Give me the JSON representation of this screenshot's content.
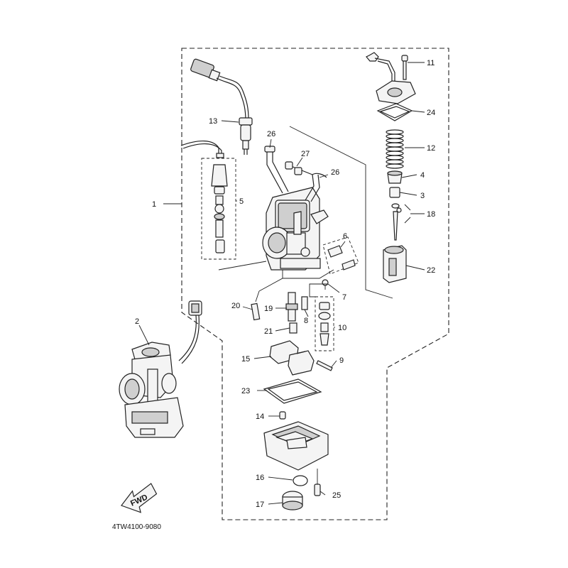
{
  "diagram": {
    "drawing_code": "4TW4100-9080",
    "fwd_arrow_text": "FWD",
    "callouts": {
      "c1": "1",
      "c2": "2",
      "c3": "3",
      "c4": "4",
      "c5": "5",
      "c6": "6",
      "c7": "7",
      "c8": "8",
      "c9": "9",
      "c10": "10",
      "c11": "11",
      "c12": "12",
      "c13": "13",
      "c14": "14",
      "c15": "15",
      "c16": "16",
      "c17": "17",
      "c18": "18",
      "c19": "19",
      "c20": "20",
      "c21": "21",
      "c22": "22",
      "c23": "23",
      "c24": "24",
      "c25": "25",
      "c26a": "26",
      "c26b": "26",
      "c27": "27"
    }
  }
}
